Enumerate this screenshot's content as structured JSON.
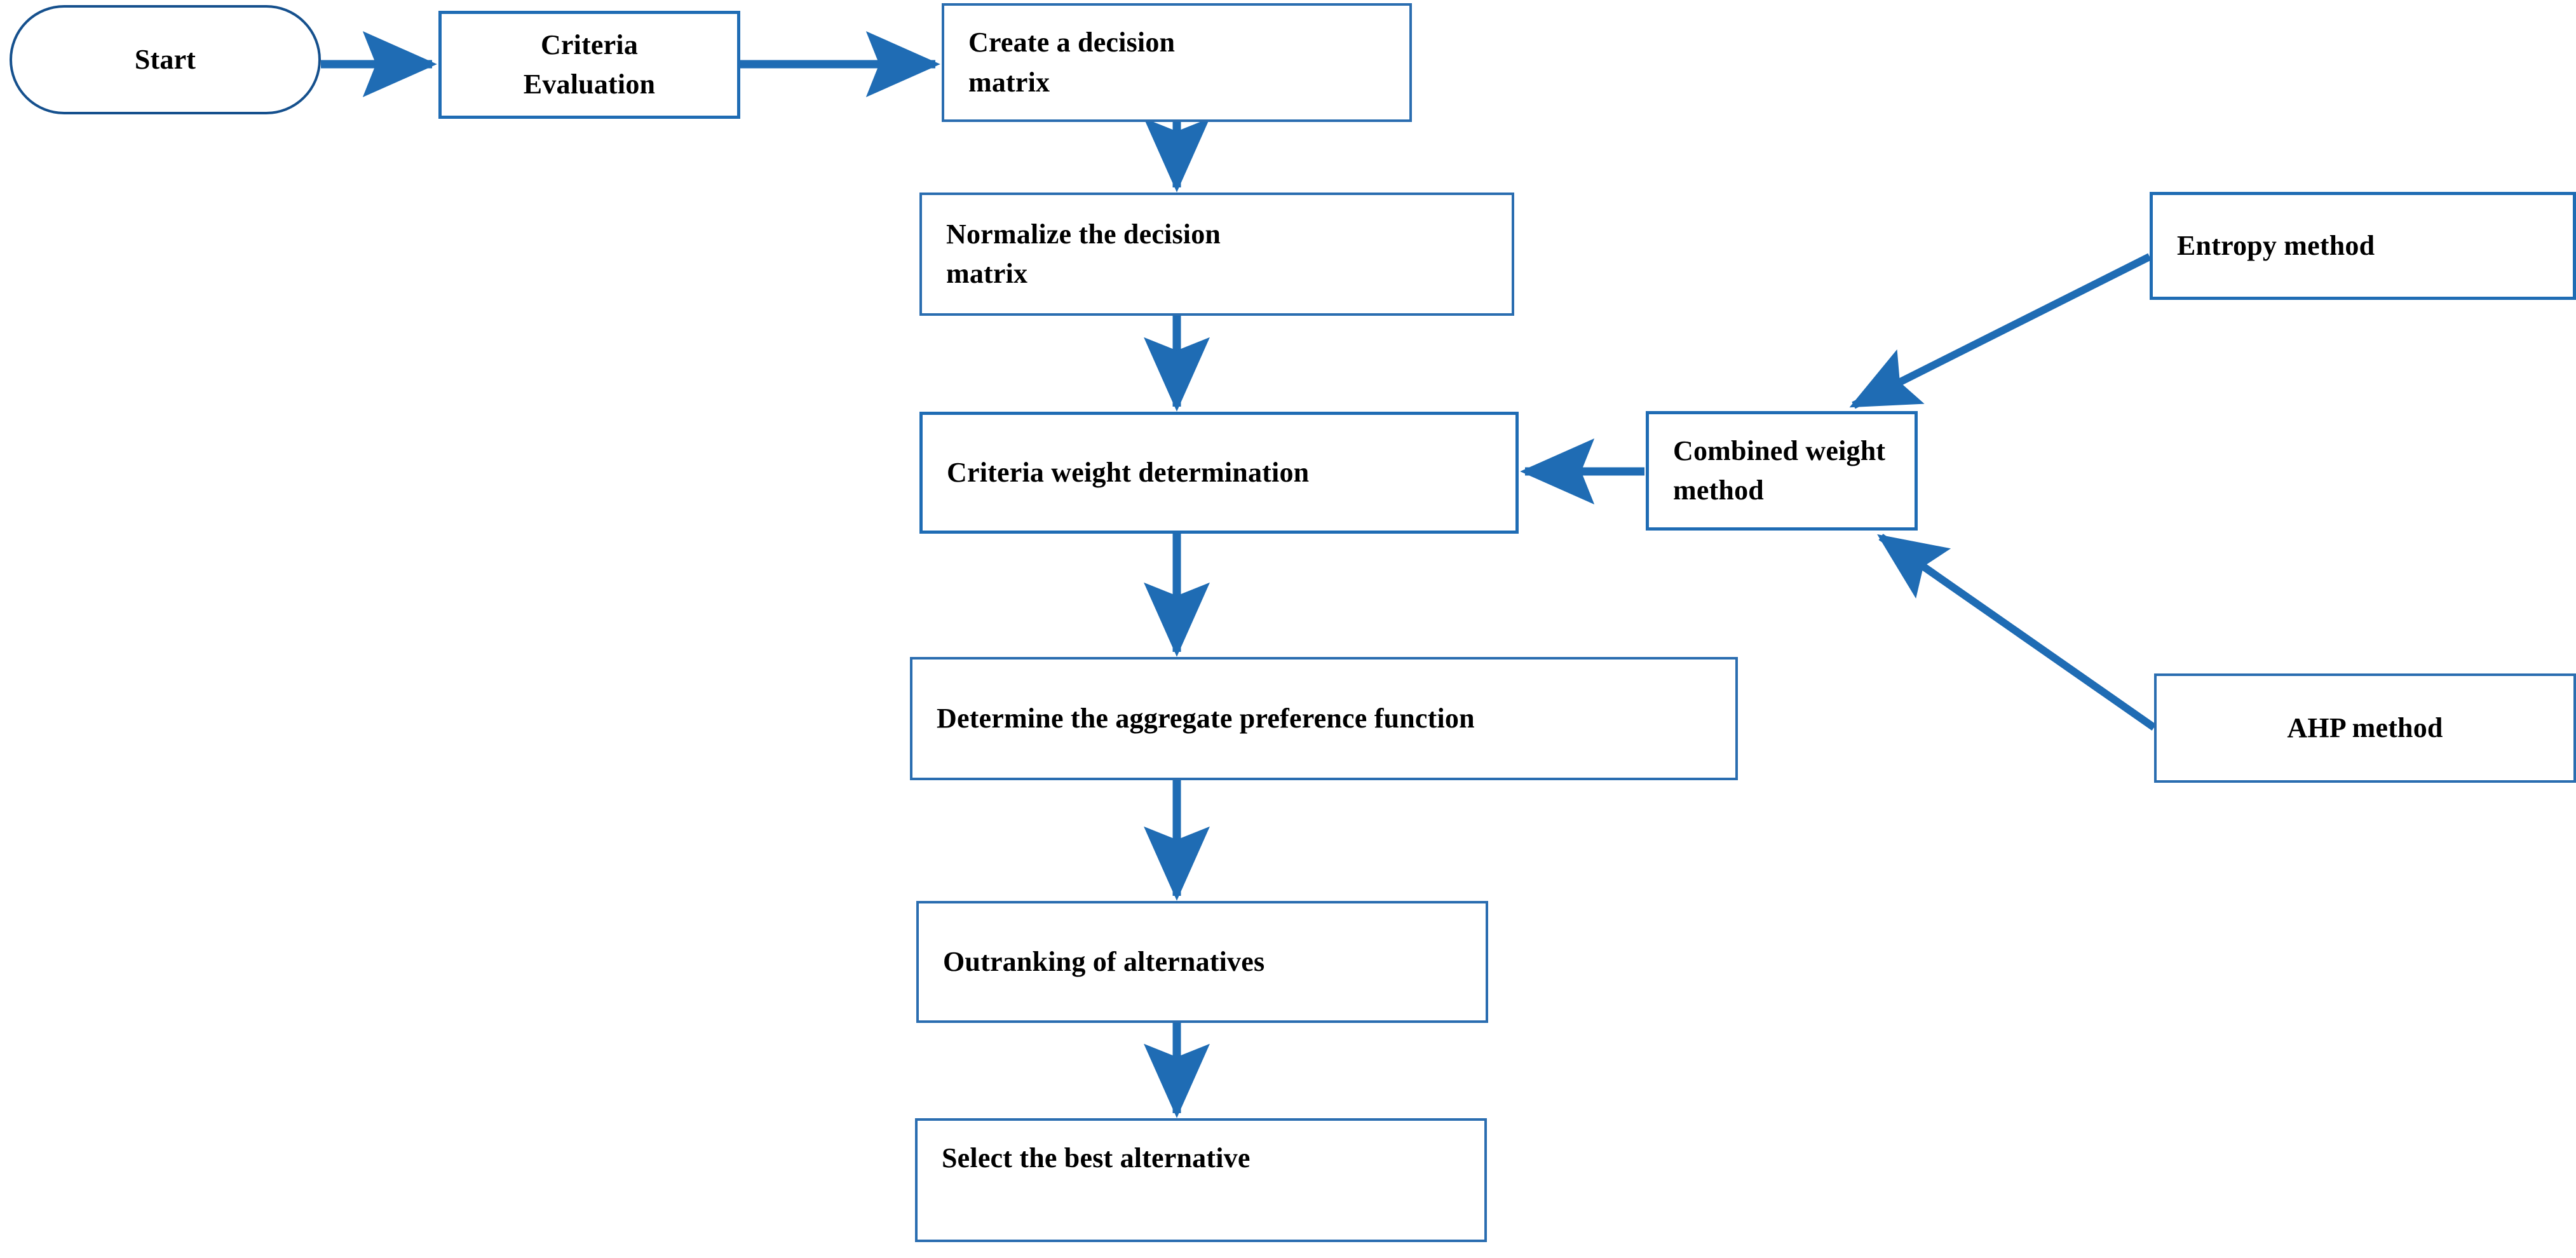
{
  "diagram": {
    "title": "MCDM decision-making process flowchart",
    "colors": {
      "arrow": "#1f6cb4",
      "box_border": "#1f6cb4",
      "terminator_border": "#15508d",
      "background": "#ffffff",
      "text": "#000000"
    },
    "nodes": [
      {
        "id": "start",
        "label": "Start",
        "shape": "terminator"
      },
      {
        "id": "criteria",
        "label": "Criteria\nEvaluation",
        "shape": "process"
      },
      {
        "id": "matrix",
        "label": "Create a decision\nmatrix",
        "shape": "process"
      },
      {
        "id": "normalize",
        "label": "Normalize the decision\nmatrix",
        "shape": "process"
      },
      {
        "id": "weight",
        "label": "Criteria  weight determination",
        "shape": "process"
      },
      {
        "id": "aggregate",
        "label": "Determine the aggregate preference function",
        "shape": "process"
      },
      {
        "id": "outrank",
        "label": "Outranking of alternatives",
        "shape": "process"
      },
      {
        "id": "select",
        "label": "Select the best alternative",
        "shape": "process"
      },
      {
        "id": "entropy",
        "label": "Entropy method",
        "shape": "process"
      },
      {
        "id": "combined",
        "label": "Combined weight\nmethod",
        "shape": "process"
      },
      {
        "id": "ahp",
        "label": "AHP method",
        "shape": "process"
      }
    ],
    "edges": [
      {
        "from": "start",
        "to": "criteria",
        "kind": "arrow-right"
      },
      {
        "from": "criteria",
        "to": "matrix",
        "kind": "arrow-right"
      },
      {
        "from": "matrix",
        "to": "normalize",
        "kind": "arrow-down"
      },
      {
        "from": "normalize",
        "to": "weight",
        "kind": "arrow-down"
      },
      {
        "from": "weight",
        "to": "aggregate",
        "kind": "arrow-down"
      },
      {
        "from": "aggregate",
        "to": "outrank",
        "kind": "arrow-down"
      },
      {
        "from": "outrank",
        "to": "select",
        "kind": "arrow-down"
      },
      {
        "from": "combined",
        "to": "weight",
        "kind": "arrow-left"
      },
      {
        "from": "entropy",
        "to": "combined",
        "kind": "arrow-diagonal"
      },
      {
        "from": "ahp",
        "to": "combined",
        "kind": "arrow-diagonal"
      }
    ]
  }
}
